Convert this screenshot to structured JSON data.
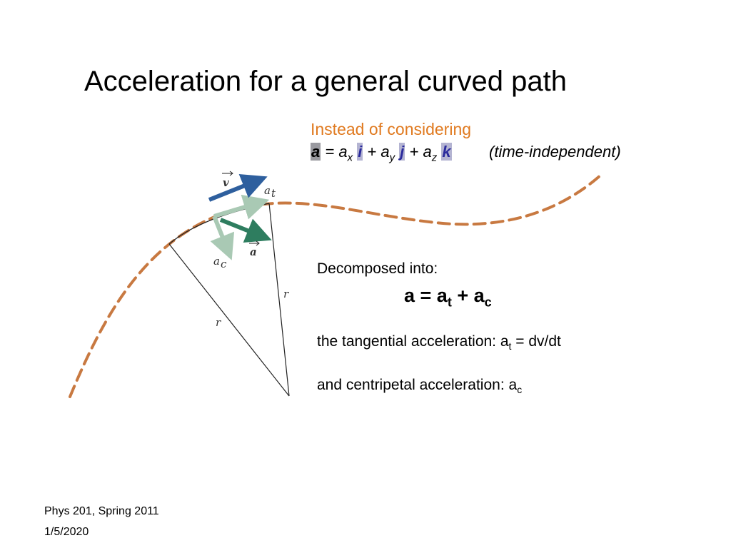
{
  "slide": {
    "title": "Acceleration for a general curved path",
    "intro": "Instead of considering",
    "formula": {
      "a": "a",
      "eq": " = a",
      "x": "x",
      "i": "i",
      "plus_ay": " + a",
      "y": "y",
      "j": "j",
      "plus_az": " + a",
      "z": "z",
      "k": "k"
    },
    "time_independent": "(time-independent)",
    "decomposed_label": "Decomposed into:",
    "decomposed": {
      "lhs": "a = a",
      "t": "t",
      "plus": " + a",
      "c": "c"
    },
    "tangential": {
      "text": "the tangential acceleration: a",
      "sub": "t",
      "rest": " = dv/dt"
    },
    "centripetal": {
      "text": "and centripetal acceleration: a",
      "sub": "c"
    },
    "footer": {
      "course": "Phys 201, Spring 2011",
      "date": "1/5/2020"
    }
  },
  "diagram": {
    "labels": {
      "v": "v",
      "a": "a",
      "at": "a",
      "at_sub": "t",
      "ac": "a",
      "ac_sub": "c",
      "r1": "r",
      "r2": "r"
    },
    "colors": {
      "path": "#c87941",
      "velocity": "#2e5f9e",
      "acceleration": "#2e7d5f",
      "components": "#a9c9b4",
      "radius": "#222222"
    }
  }
}
